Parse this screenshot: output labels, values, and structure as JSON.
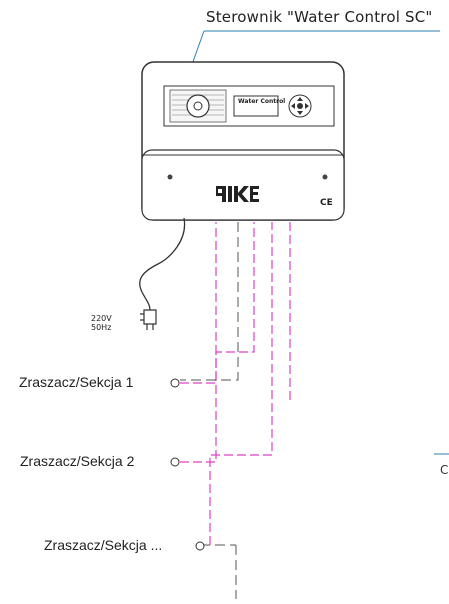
{
  "title": "Sterownik \"Water Control SC\"",
  "device": {
    "display_text": "Water Control",
    "ce_mark": "CE"
  },
  "power": {
    "voltage": "220V",
    "frequency": "50Hz"
  },
  "sections": [
    {
      "label": "Zraszacz/Sekcja 1"
    },
    {
      "label": "Zraszacz/Sekcja 2"
    },
    {
      "label": "Zraszacz/Sekcja ..."
    }
  ],
  "edge_fragment": "C",
  "colors": {
    "wire": "#e040c8",
    "line": "#333333",
    "callout": "#2a7fa8"
  }
}
